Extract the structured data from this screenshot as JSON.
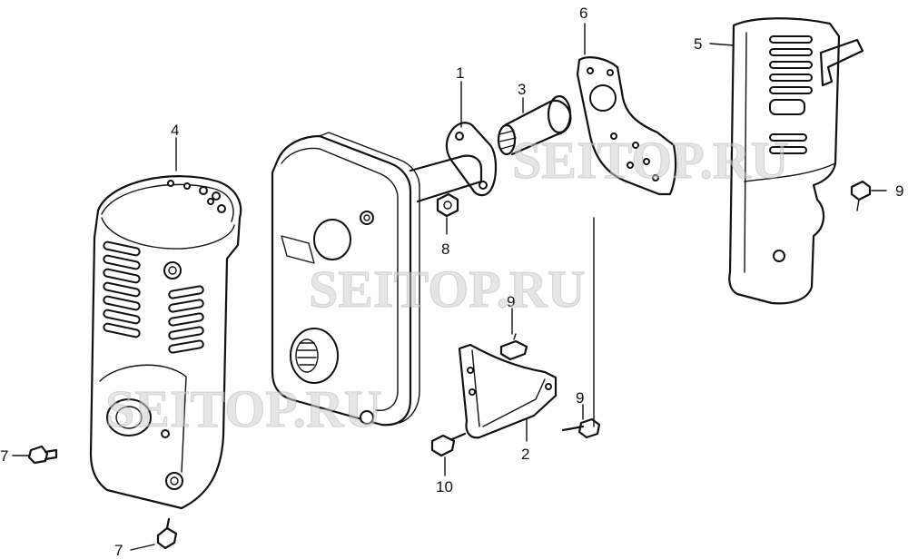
{
  "callouts": {
    "c1": "1",
    "c2": "2",
    "c3": "3",
    "c4": "4",
    "c5": "5",
    "c6": "6",
    "c7a": "7",
    "c7b": "7",
    "c8": "8",
    "c9a": "9",
    "c9b": "9",
    "c9c": "9",
    "c10": "10"
  },
  "watermarks": [
    "SEITOP.RU",
    "SEITOP.RU",
    "SEITOP.RU"
  ],
  "colors": {
    "line": "#111111",
    "background": "#ffffff",
    "watermark": "#cfcfcf"
  }
}
